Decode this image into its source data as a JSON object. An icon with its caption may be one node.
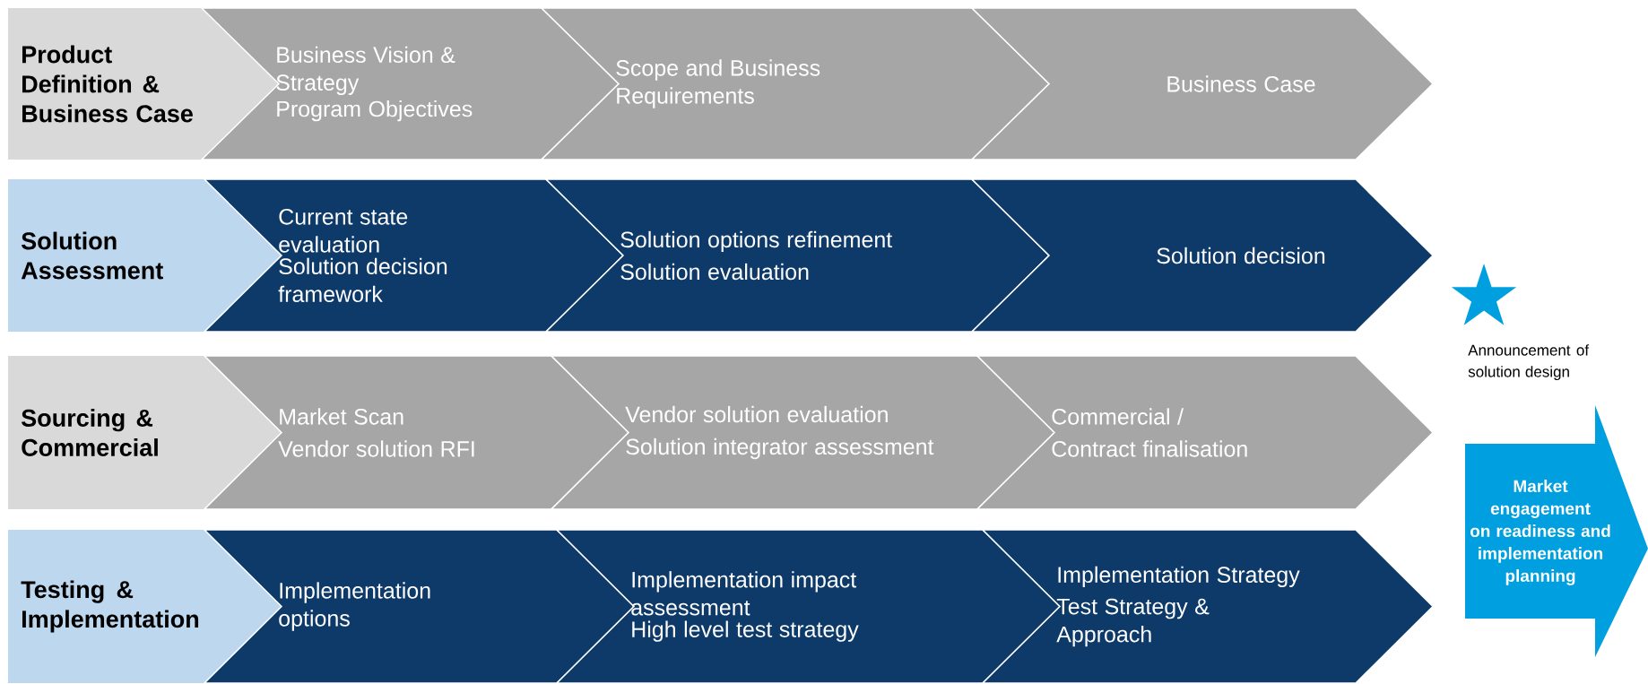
{
  "diagram": {
    "nodes": [
      {
        "text": [
          "Product Definition & Business Case"
        ]
      },
      {
        "text": [
          "Business Vision & Strategy",
          "Program Objectives"
        ]
      },
      {
        "text": [
          "Scope and Business Requirements"
        ]
      },
      {
        "text": [
          "Business Case"
        ]
      },
      {
        "text": [
          "Solution Assessment"
        ]
      },
      {
        "text": [
          "Current state evaluation",
          "Solution decision framework"
        ]
      },
      {
        "text": [
          "Solution options refinement",
          "Solution evaluation"
        ]
      },
      {
        "text": [
          "Solution decision"
        ]
      },
      {
        "text": [
          "Sourcing & Commercial"
        ]
      },
      {
        "text": [
          "Market Scan",
          "Vendor solution RFI"
        ]
      },
      {
        "text": [
          "Vendor solution evaluation",
          "Solution integrator assessment"
        ]
      },
      {
        "text": [
          "Commercial /",
          "Contract finalisation"
        ]
      },
      {
        "text": [
          "Testing & Implementation"
        ]
      },
      {
        "text": [
          "Implementation options"
        ]
      },
      {
        "text": [
          "Implementation impact assessment",
          "High level test strategy"
        ]
      },
      {
        "text": [
          "Implementation Strategy",
          "Test Strategy & Approach"
        ]
      },
      {
        "text": [],
        "shape": "star",
        "beside": [
          "Announcement of solution design"
        ]
      },
      {
        "text": [
          "Market engagement on readiness and implementation planning"
        ]
      }
    ]
  }
}
